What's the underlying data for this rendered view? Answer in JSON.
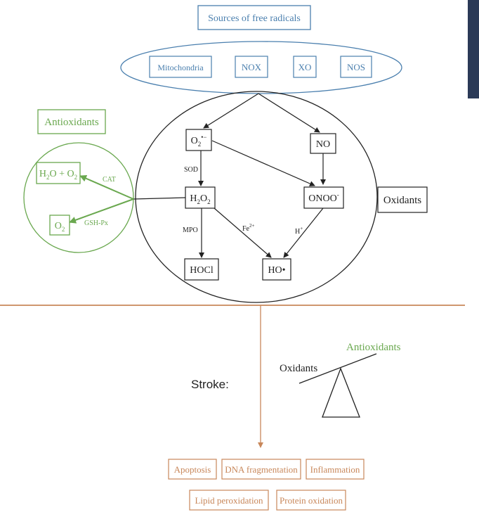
{
  "colors": {
    "blue": "#4a7fae",
    "green": "#6aa84f",
    "orange": "#c8875a",
    "black": "#222222",
    "navy": "#2b3a57"
  },
  "sources": {
    "title": "Sources of free radicals",
    "items": [
      "Mitochondria",
      "NOX",
      "XO",
      "NOS"
    ]
  },
  "antioxidants": {
    "title": "Antioxidants",
    "h2o_o2": "H2O + O2",
    "o2": "O2",
    "cat": "CAT",
    "gsh": "GSH-Px"
  },
  "oxidants": {
    "label": "Oxidants",
    "superoxide": "O2•−",
    "no": "NO",
    "h2o2": "H2O2",
    "onoo": "ONOO-",
    "hocl": "HOCl",
    "ho": "HO•",
    "sod": "SOD",
    "mpo": "MPO",
    "fe": "Fe2+",
    "h_plus": "H+"
  },
  "balance": {
    "stroke_label": "Stroke:",
    "oxidants": "Oxidants",
    "antioxidants": "Antioxidants"
  },
  "outcomes": [
    "Apoptosis",
    "DNA fragmentation",
    "Inflammation",
    "Lipid peroxidation",
    "Protein oxidation"
  ]
}
